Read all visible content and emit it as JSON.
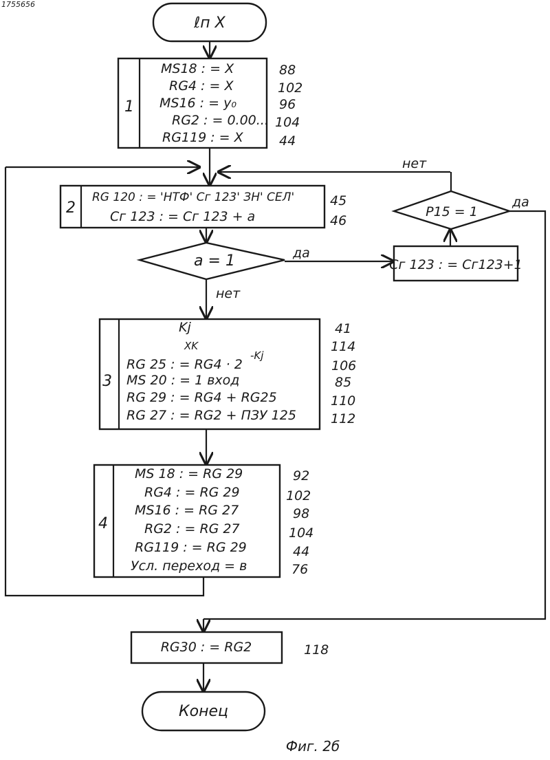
{
  "header_mark": "1755656",
  "start": {
    "label": "ℓп X"
  },
  "block1": {
    "number": "1",
    "lines": [
      "MS18 : = X",
      "RG4 : = X",
      "MS16 : = y₀",
      "RG2 : = 0.00...",
      "RG119 : = X"
    ],
    "refs": [
      "88",
      "102",
      "96",
      "104",
      "44"
    ]
  },
  "block2": {
    "number": "2",
    "lines": [
      "RG 120 : = 'НТФ' Сг 123' ЗН' СЕЛ'",
      "Сг 123 : = Сг 123 + а"
    ],
    "refs": [
      "45",
      "46"
    ]
  },
  "decision_a": {
    "label": "а = 1",
    "yes": "да",
    "no": "нет"
  },
  "box_inc": {
    "label": "Сг 123 : = Сг123+1"
  },
  "decision_p": {
    "label": "P15 = 1",
    "yes": "да",
    "no": "нет"
  },
  "block3": {
    "number": "3",
    "kj": "Kj",
    "xk": "XK",
    "line_rg25_main": "RG 25 : = RG4 · 2",
    "line_rg25_exp": "-Kj",
    "lines": [
      "MS 20 : = 1 вход",
      "RG 29 : = RG4 + RG25",
      "RG 27 : = RG2 + ПЗУ 125"
    ],
    "refs": [
      "41",
      "114",
      "106",
      "85",
      "110",
      "112"
    ]
  },
  "block4": {
    "number": "4",
    "lines": [
      "MS 18 : = RG 29",
      "RG4 : = RG 29",
      "MS16 : = RG 27",
      "RG2 : = RG 27",
      "RG119 : = RG 29",
      "Усл. переход = в"
    ],
    "refs": [
      "92",
      "102",
      "98",
      "104",
      "44",
      "76"
    ]
  },
  "block5": {
    "label": "RG30 : = RG2",
    "ref": "118"
  },
  "end": {
    "label": "Конец"
  },
  "caption": "Фиг. 2б"
}
